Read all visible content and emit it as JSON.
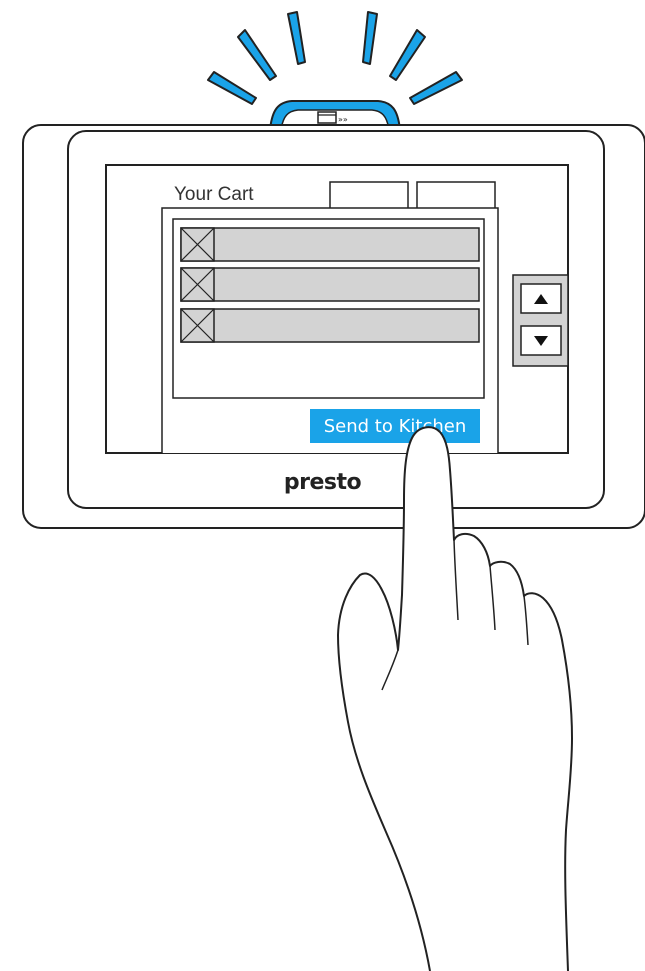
{
  "cart": {
    "title": "Your Cart",
    "items": [
      {
        "icon": "placeholder-image-icon"
      },
      {
        "icon": "placeholder-image-icon"
      },
      {
        "icon": "placeholder-image-icon"
      }
    ]
  },
  "send_button": {
    "label": "Send to Kitchen"
  },
  "scroll": {
    "up_icon": "triangle-up-icon",
    "down_icon": "triangle-down-icon"
  },
  "brand": {
    "label": "presto"
  },
  "colors": {
    "accent": "#1aa3e8",
    "item_fill": "#d3d3d3",
    "outline": "#222222"
  },
  "icons": {
    "beacon": "light-ray-icon",
    "hand": "pointing-hand-icon"
  }
}
